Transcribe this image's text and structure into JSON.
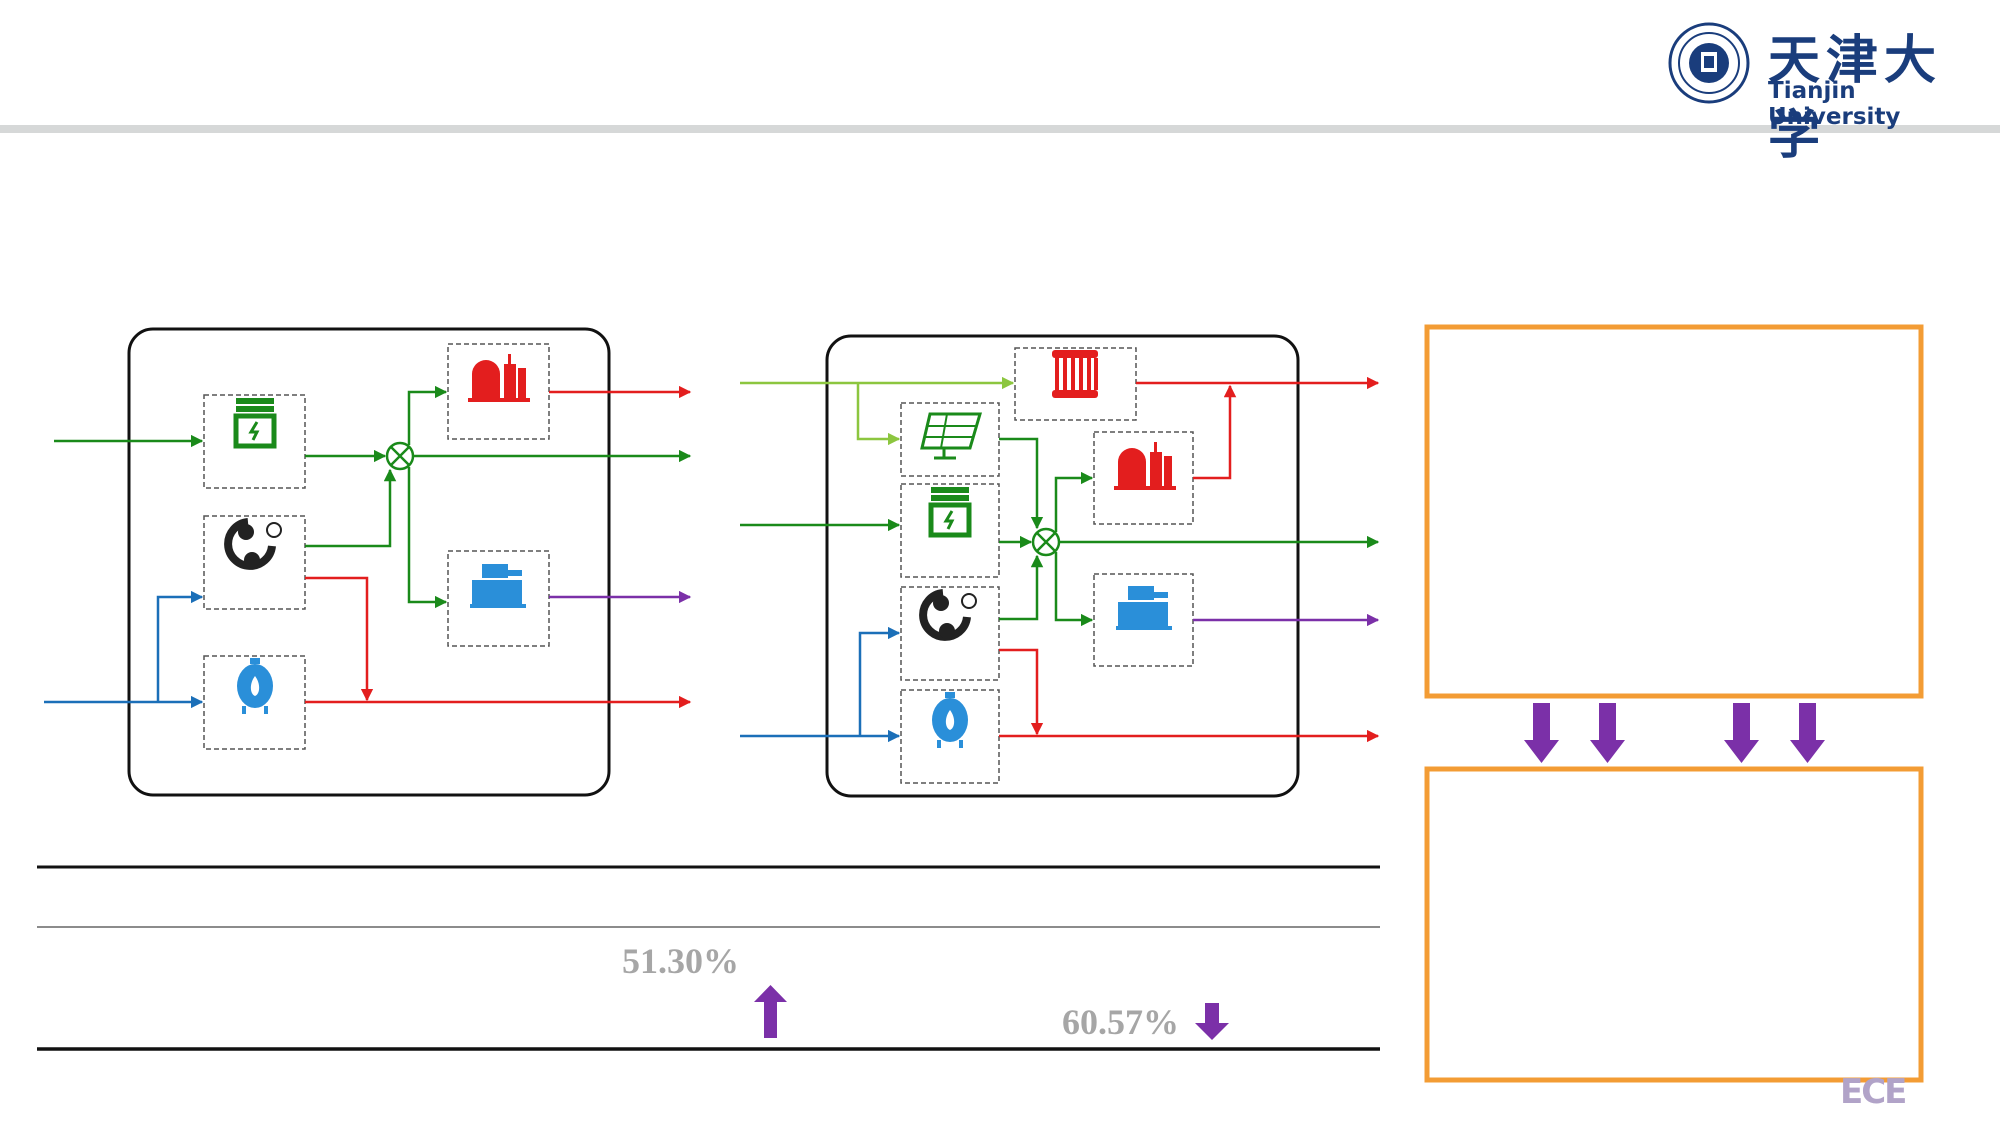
{
  "header": {
    "logo_cn": "天津大学",
    "logo_en": "Tianjin University"
  },
  "table": {
    "value_1": "51.30%",
    "value_2": "60.57%"
  },
  "footer": {
    "mark": "ECE"
  },
  "colors": {
    "electric": "#1a8a1a",
    "gas": "#1b6fb8",
    "heat": "#e31e1e",
    "cooling": "#7b30a8",
    "solar": "#8cc63f",
    "panel_border": "#f39c34",
    "arrow": "#7b30a8",
    "accent_blue": "#2a8fd9"
  },
  "icons": [
    "transformer-icon",
    "chp-icon",
    "gas-boiler-icon",
    "absorption-chiller-icon",
    "electric-chiller-icon",
    "pv-panel-icon",
    "solar-collector-icon",
    "converter-node-icon",
    "up-arrow-icon",
    "down-arrow-icon"
  ]
}
